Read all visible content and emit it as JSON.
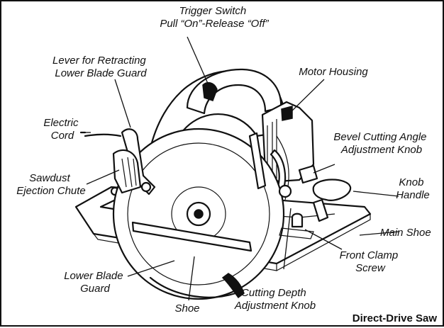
{
  "labels": {
    "trigger_switch": [
      "Trigger Switch",
      "Pull “On”-Release “Off”"
    ],
    "lever": [
      "Lever for Retracting",
      "Lower Blade Guard"
    ],
    "motor_housing": [
      "Motor Housing"
    ],
    "electric_cord": [
      "Electric",
      "Cord"
    ],
    "bevel_knob": [
      "Bevel Cutting Angle",
      "Adjustment Knob"
    ],
    "sawdust_chute": [
      "Sawdust",
      "Ejection Chute"
    ],
    "knob_handle": [
      "Knob",
      "Handle"
    ],
    "main_shoe": [
      "Main Shoe"
    ],
    "front_clamp": [
      "Front Clamp",
      "Screw"
    ],
    "lower_blade_guard": [
      "Lower Blade",
      "Guard"
    ],
    "cutting_depth": [
      "Cutting Depth",
      "Adjustment Knob"
    ],
    "shoe": [
      "Shoe"
    ]
  },
  "caption": "Direct-Drive Saw"
}
